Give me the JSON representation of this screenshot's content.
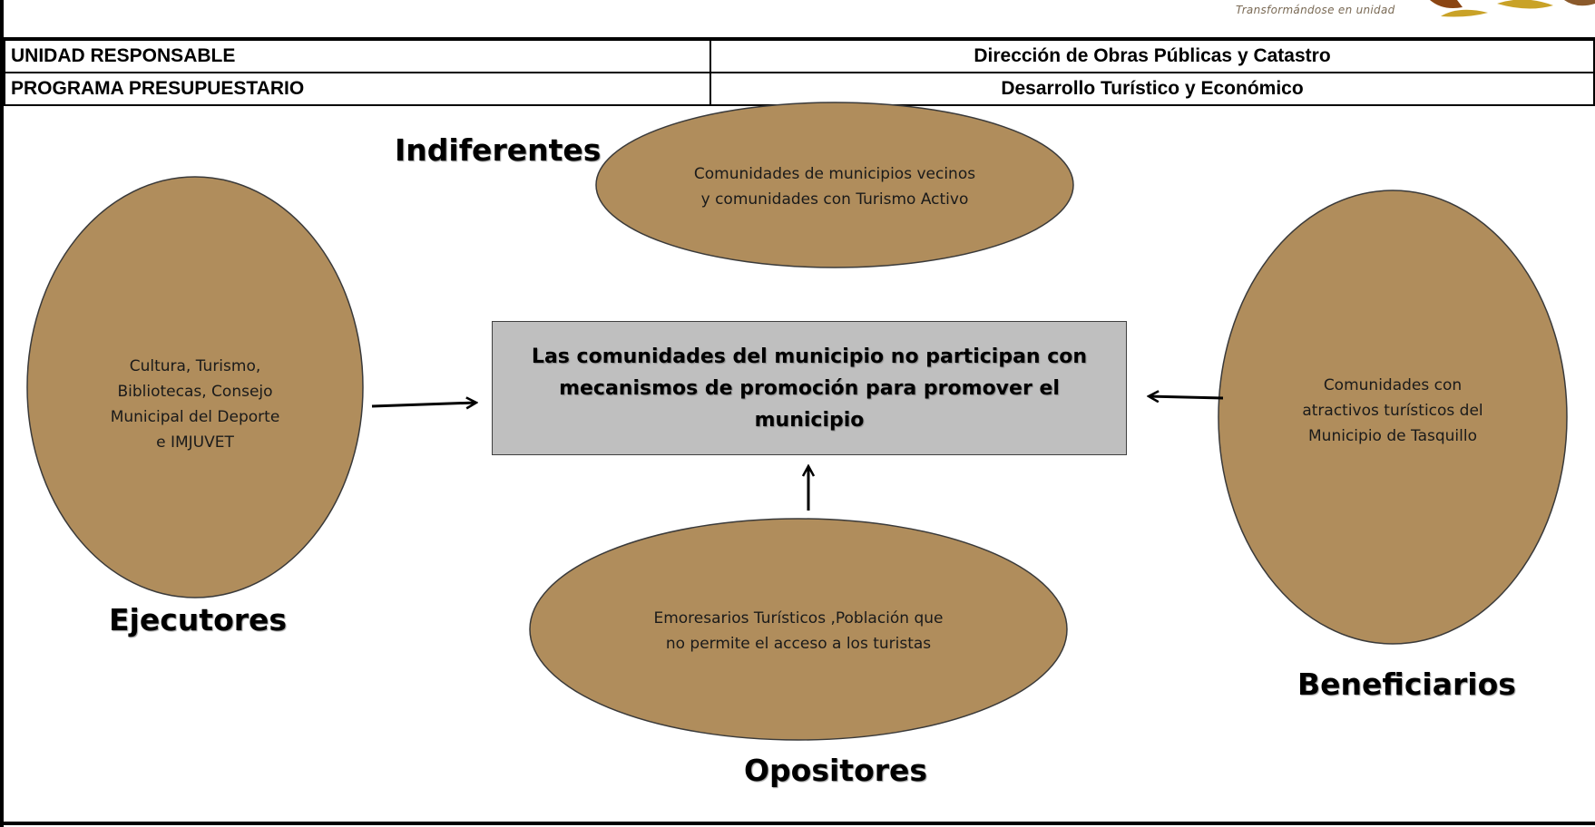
{
  "logo": {
    "tagline": "Transformándose en unidad"
  },
  "header": {
    "rows": [
      {
        "label": "UNIDAD RESPONSABLE",
        "value": "Dirección de Obras Públicas y Catastro"
      },
      {
        "label": "PROGRAMA PRESUPUESTARIO",
        "value": "Desarrollo Turístico y Económico"
      }
    ]
  },
  "diagram": {
    "central_problem": "Las comunidades del municipio  no participan con mecanismos de promoción para promover el municipio",
    "groups": {
      "indiferentes": {
        "title": "Indiferentes",
        "lines": [
          "Comunidades de municipios vecinos",
          "y comunidades con  Turismo Activo"
        ]
      },
      "ejecutores": {
        "title": "Ejecutores",
        "lines": [
          "Cultura, Turismo,",
          "Bibliotecas, Consejo",
          "Municipal del Deporte",
          "e IMJUVET"
        ]
      },
      "beneficiarios": {
        "title": "Beneficiarios",
        "lines": [
          "Comunidades con",
          "atractivos turísticos  del",
          "Municipio de Tasquillo"
        ]
      },
      "opositores": {
        "title": "Opositores",
        "lines": [
          "Emoresarios Turísticos ,Población  que",
          "no permite el acceso a los turistas"
        ]
      }
    },
    "colors": {
      "ellipse_fill": "#b08d5c",
      "ellipse_stroke": "#3a3a3a",
      "box_fill": "#bfbfbf",
      "arrow": "#000000"
    }
  }
}
